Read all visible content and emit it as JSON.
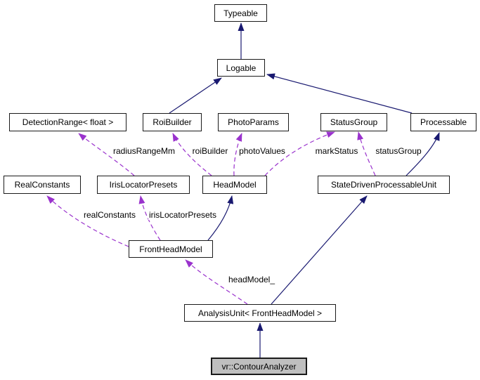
{
  "nodes": {
    "typeable": "Typeable",
    "logable": "Logable",
    "detection_range": "DetectionRange< float >",
    "roi_builder": "RoiBuilder",
    "photo_params": "PhotoParams",
    "status_group": "StatusGroup",
    "processable": "Processable",
    "real_constants": "RealConstants",
    "iris_locator_presets": "IrisLocatorPresets",
    "head_model": "HeadModel",
    "state_driven_processable_unit": "StateDrivenProcessableUnit",
    "front_head_model": "FrontHeadModel",
    "analysis_unit": "AnalysisUnit< FrontHeadModel >",
    "contour_analyzer": "vr::ContourAnalyzer"
  },
  "edge_labels": {
    "radiusRangeMm": "radiusRangeMm",
    "roiBuilder": "roiBuilder",
    "photoValues": "photoValues",
    "markStatus": "markStatus",
    "statusGroup": "statusGroup",
    "realConstants": "realConstants",
    "irisLocatorPresets": "irisLocatorPresets",
    "headModel_": "headModel_"
  },
  "edges": [
    {
      "from": "Logable",
      "to": "Typeable",
      "type": "inheritance"
    },
    {
      "from": "RoiBuilder",
      "to": "Logable",
      "type": "inheritance"
    },
    {
      "from": "Processable",
      "to": "Logable",
      "type": "inheritance"
    },
    {
      "from": "IrisLocatorPresets",
      "to": "DetectionRange< float >",
      "type": "usage",
      "label": "radiusRangeMm"
    },
    {
      "from": "HeadModel",
      "to": "RoiBuilder",
      "type": "usage",
      "label": "roiBuilder"
    },
    {
      "from": "HeadModel",
      "to": "PhotoParams",
      "type": "usage",
      "label": "photoValues"
    },
    {
      "from": "HeadModel",
      "to": "StatusGroup",
      "type": "usage",
      "label": "markStatus"
    },
    {
      "from": "StateDrivenProcessableUnit",
      "to": "StatusGroup",
      "type": "usage",
      "label": "statusGroup"
    },
    {
      "from": "StateDrivenProcessableUnit",
      "to": "Processable",
      "type": "inheritance"
    },
    {
      "from": "FrontHeadModel",
      "to": "RealConstants",
      "type": "usage",
      "label": "realConstants"
    },
    {
      "from": "FrontHeadModel",
      "to": "IrisLocatorPresets",
      "type": "usage",
      "label": "irisLocatorPresets"
    },
    {
      "from": "FrontHeadModel",
      "to": "HeadModel",
      "type": "inheritance"
    },
    {
      "from": "AnalysisUnit< FrontHeadModel >",
      "to": "FrontHeadModel",
      "type": "usage",
      "label": "headModel_"
    },
    {
      "from": "AnalysisUnit< FrontHeadModel >",
      "to": "StateDrivenProcessableUnit",
      "type": "inheritance"
    },
    {
      "from": "vr::ContourAnalyzer",
      "to": "AnalysisUnit< FrontHeadModel >",
      "type": "inheritance"
    }
  ],
  "colors": {
    "inheritance_edge": "#191970",
    "usage_edge": "#9a32cd",
    "node_fill": "#ffffff",
    "node_border": "#1a1a1a",
    "highlight_node_fill": "#bfbfbf",
    "text": "#000000",
    "background": "#ffffff"
  }
}
